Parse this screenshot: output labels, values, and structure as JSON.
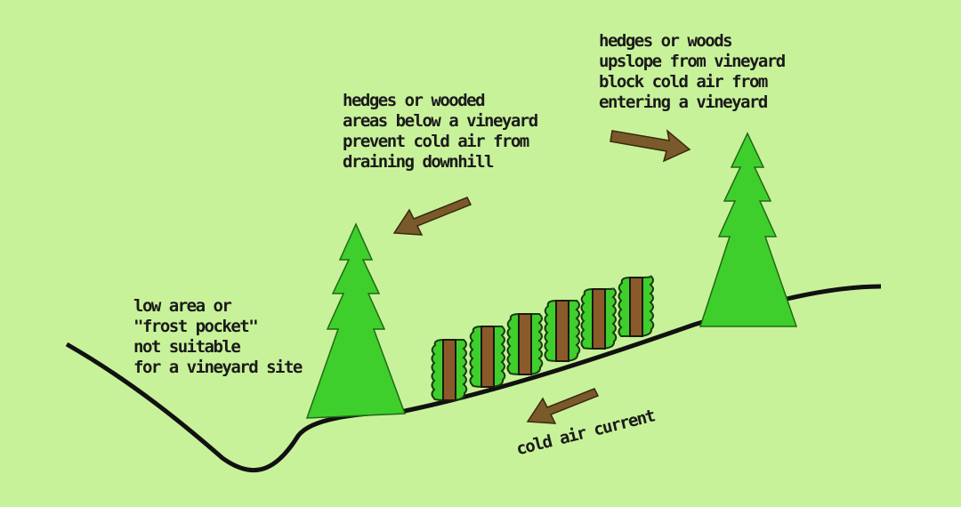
{
  "labels": {
    "below": [
      "hedges or wooded",
      "areas below a vineyard",
      "prevent cold air from",
      "draining downhill"
    ],
    "upslope": [
      "hedges or woods",
      "upslope from vineyard",
      "block cold air from",
      "entering a vineyard"
    ],
    "frost_pocket": [
      "low area or",
      "\"frost pocket\"",
      "not suitable",
      "for a vineyard site"
    ],
    "current": "cold air current"
  },
  "colors": {
    "background": "#c8f29a",
    "tree": "#3fcf2c",
    "arrow": "#7a5a2a",
    "trunk": "#8a5a2a",
    "ground": "#111111"
  }
}
